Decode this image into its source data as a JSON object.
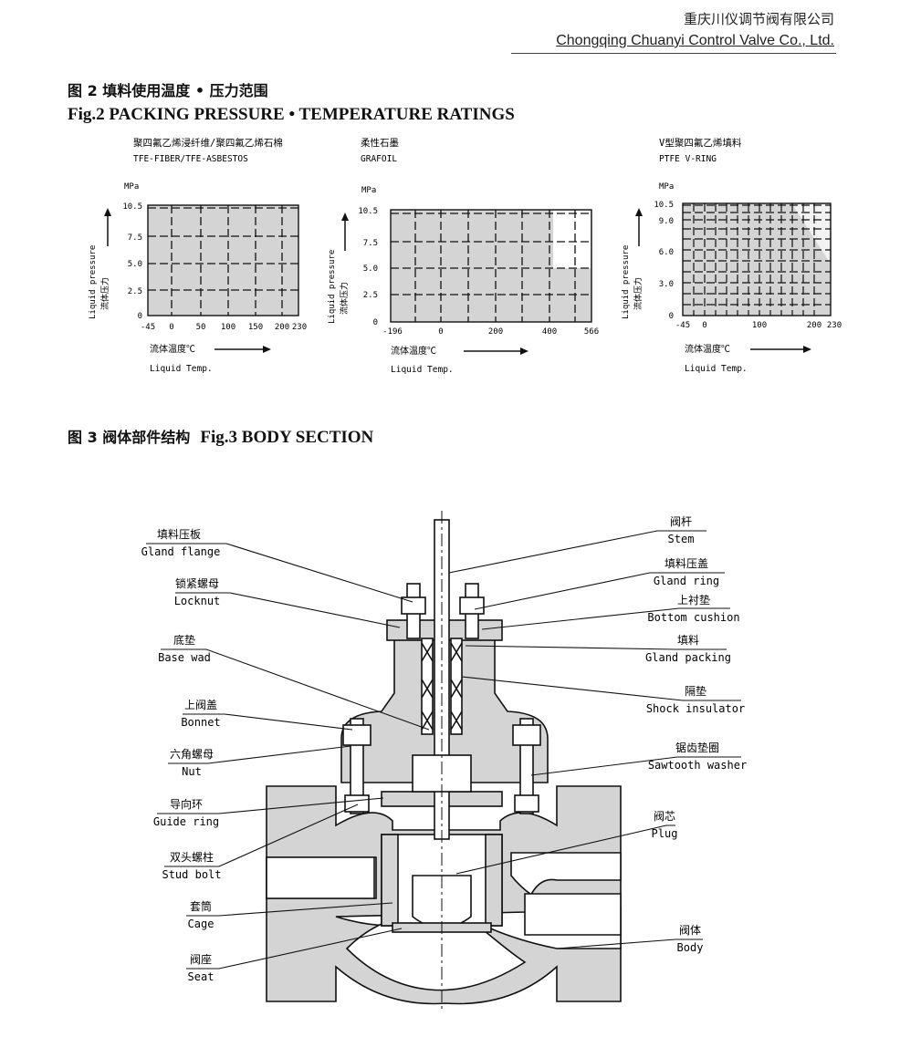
{
  "header": {
    "company_cn": "重庆川仪调节阀有限公司",
    "company_en": "Chongqing  Chuanyi  Control  Valve  Co.,  Ltd."
  },
  "fig2": {
    "title_cn": "图 2 填料使用温度 • 压力范围",
    "title_en": "Fig.2 PACKING PRESSURE • TEMPERATURE RATINGS"
  },
  "charts": [
    {
      "name_cn": "聚四氟乙烯浸纤维/聚四氟乙烯石棉",
      "name_en": "TFE-FIBER/TFE-ASBESTOS",
      "unit": "MPa",
      "yticks": [
        "10.5",
        "7.5",
        "5.0",
        "2.5",
        "0"
      ],
      "xticks": [
        "-45",
        "0",
        "50",
        "100",
        "150",
        "200",
        "230"
      ],
      "ylabel_en": "Liquid pressure",
      "ylabel_cn": "流体压力",
      "xlabel_cn": "流体温度℃",
      "xlabel_en": "Liquid Temp."
    },
    {
      "name_cn": "柔性石墨",
      "name_en": "GRAFOIL",
      "unit": "MPa",
      "yticks": [
        "10.5",
        "7.5",
        "5.0",
        "2.5",
        "0"
      ],
      "xticks": [
        "-196",
        "0",
        "200",
        "400",
        "566"
      ],
      "ylabel_en": "Liquid pressure",
      "ylabel_cn": "流体压力",
      "xlabel_cn": "流体温度℃",
      "xlabel_en": "Liquid Temp."
    },
    {
      "name_cn": "V型聚四氟乙烯填料",
      "name_en": "PTFE V-RING",
      "unit": "MPa",
      "yticks": [
        "10.5",
        "9.0",
        "6.0",
        "3.0",
        "0"
      ],
      "xticks": [
        "-45",
        "0",
        "100",
        "200",
        "230"
      ],
      "ylabel_en": "Liquid pressure",
      "ylabel_cn": "流体压力",
      "xlabel_cn": "流体温度℃",
      "xlabel_en": "Liquid Temp."
    }
  ],
  "fig3": {
    "title_cn": "图 3  阀体部件结构",
    "title_en": "Fig.3 BODY SECTION"
  },
  "labels_left": [
    {
      "cn": "填料压板",
      "en": "Gland flange"
    },
    {
      "cn": "锁紧螺母",
      "en": "Locknut"
    },
    {
      "cn": "底垫",
      "en": "Base wad"
    },
    {
      "cn": "上阀盖",
      "en": "Bonnet"
    },
    {
      "cn": "六角螺母",
      "en": "Nut"
    },
    {
      "cn": "导向环",
      "en": "Guide ring"
    },
    {
      "cn": "双头螺柱",
      "en": "Stud bolt"
    },
    {
      "cn": "套筒",
      "en": "Cage"
    },
    {
      "cn": "阀座",
      "en": "Seat"
    }
  ],
  "labels_right": [
    {
      "cn": "阀杆",
      "en": "Stem"
    },
    {
      "cn": "填料压盖",
      "en": "Gland ring"
    },
    {
      "cn": "上衬垫",
      "en": "Bottom cushion"
    },
    {
      "cn": "填料",
      "en": "Gland packing"
    },
    {
      "cn": "隔垫",
      "en": "Shock insulator"
    },
    {
      "cn": "锯齿垫圈",
      "en": "Sawtooth washer"
    },
    {
      "cn": "阀芯",
      "en": "Plug"
    },
    {
      "cn": "阀体",
      "en": "Body"
    }
  ],
  "colors": {
    "fill": "#d4d4d4",
    "line": "#111111"
  }
}
